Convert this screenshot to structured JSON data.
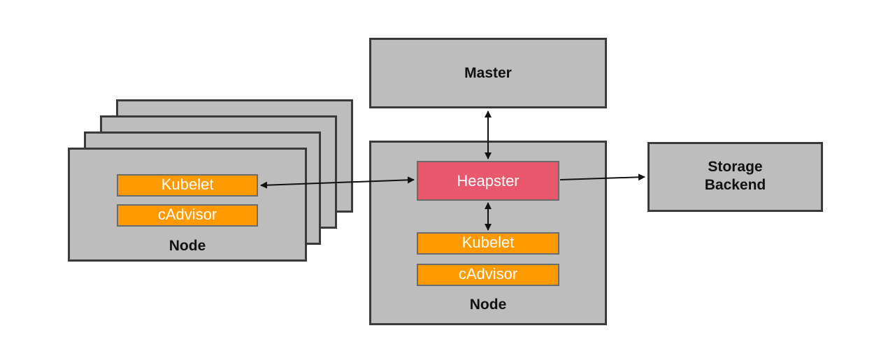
{
  "master": {
    "label": "Master"
  },
  "storage": {
    "line1": "Storage",
    "line2": "Backend"
  },
  "heapster": {
    "label": "Heapster"
  },
  "left_node": {
    "kubelet": "Kubelet",
    "cadvisor": "cAdvisor",
    "label": "Node"
  },
  "center_node": {
    "kubelet": "Kubelet",
    "cadvisor": "cAdvisor",
    "label": "Node"
  },
  "colors": {
    "box_fill": "#bdbdbd",
    "box_border": "#3a3a3a",
    "component_fill": "#ff9900",
    "heapster_fill": "#e8576b"
  }
}
